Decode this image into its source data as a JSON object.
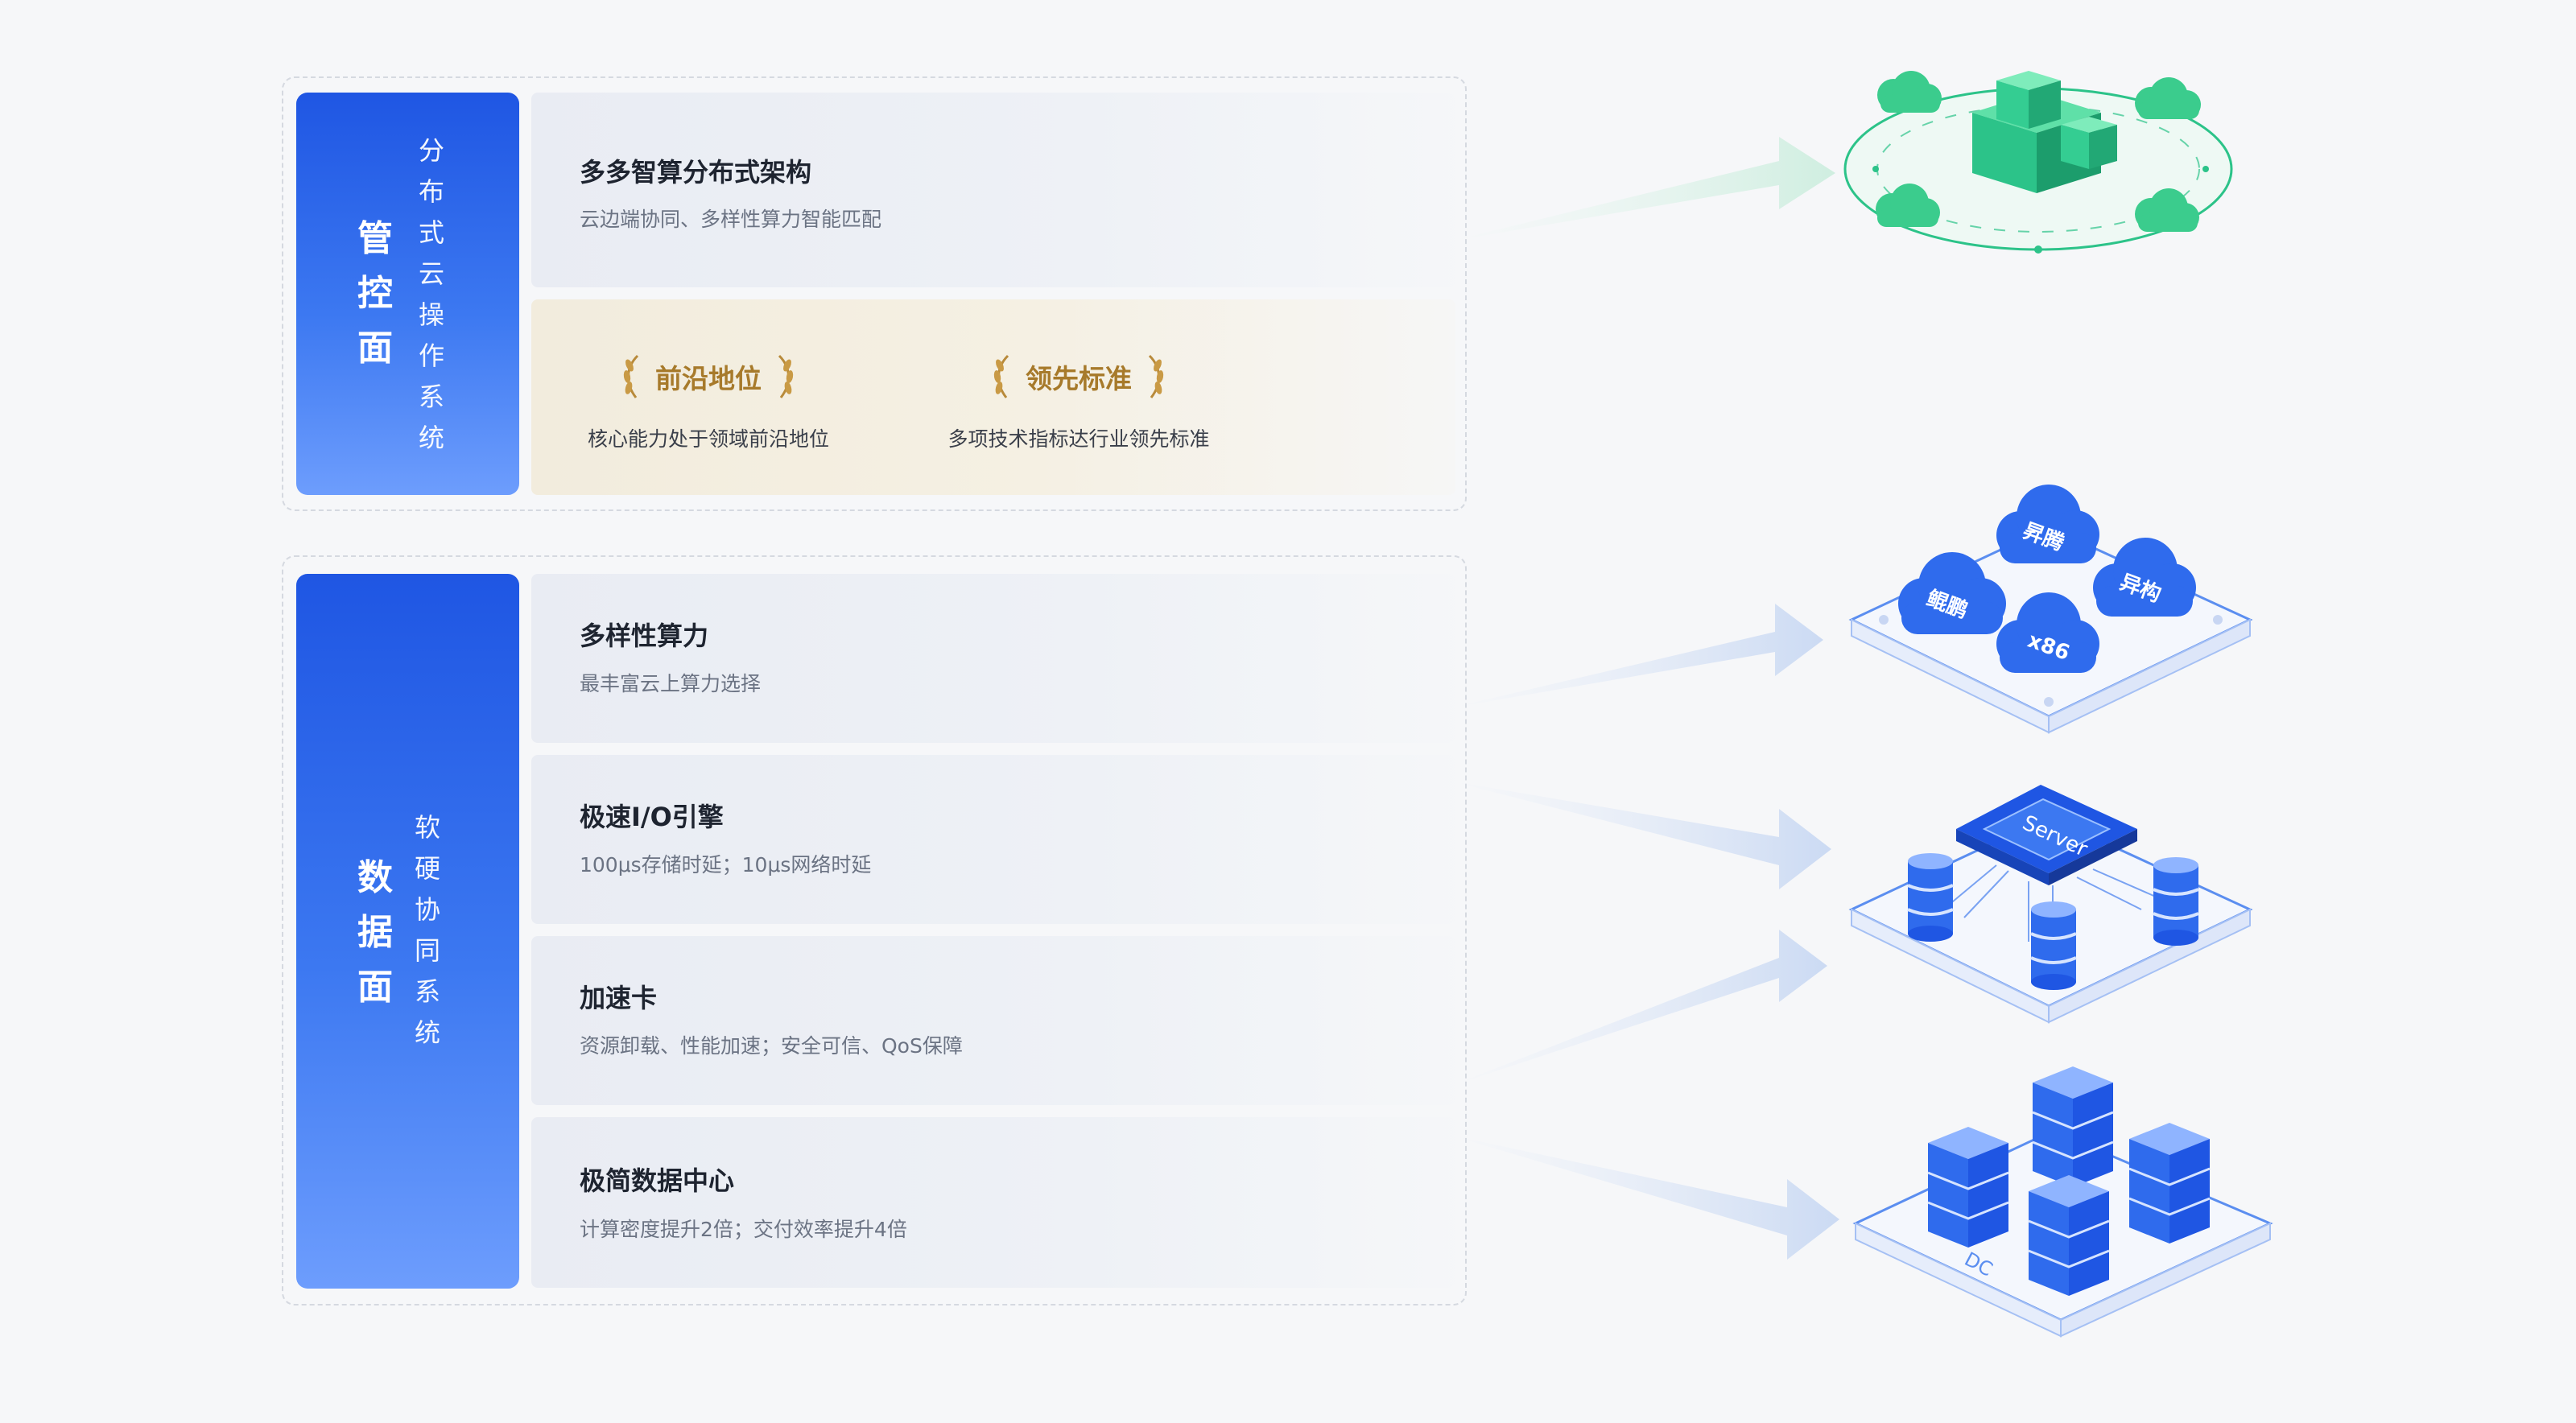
{
  "control_plane": {
    "label": "管控面",
    "sublabel": "分布式云操作系统",
    "card": {
      "title": "多多智算分布式架构",
      "desc": "云边端协同、多样性算力智能匹配"
    },
    "badges": [
      {
        "title": "前沿地位",
        "desc": "核心能力处于领域前沿地位"
      },
      {
        "title": "领先标准",
        "desc": "多项技术指标达行业领先标准"
      }
    ]
  },
  "data_plane": {
    "label": "数据面",
    "sublabel": "软硬协同系统",
    "cards": [
      {
        "title": "多样性算力",
        "desc": "最丰富云上算力选择"
      },
      {
        "title": "极速I/O引擎",
        "desc": "100μs存储时延；10μs网络时延"
      },
      {
        "title": "加速卡",
        "desc": "资源卸载、性能加速；安全可信、QoS保障"
      },
      {
        "title": "极简数据中心",
        "desc": "计算密度提升2倍；交付效率提升4倍"
      }
    ]
  },
  "illustrations": {
    "cloud_platform": {
      "icon": "cloud-cluster-icon"
    },
    "compute": {
      "icon": "compute-clouds-icon",
      "labels": [
        "鲲鹏",
        "昇腾",
        "异构",
        "x86"
      ]
    },
    "server": {
      "icon": "server-chip-icon",
      "label": "Server"
    },
    "datacenter": {
      "icon": "datacenter-icon",
      "label": "DC"
    }
  },
  "colors": {
    "blue": "#2f6bed",
    "green": "#2cc389",
    "gold": "#a77a2b"
  }
}
